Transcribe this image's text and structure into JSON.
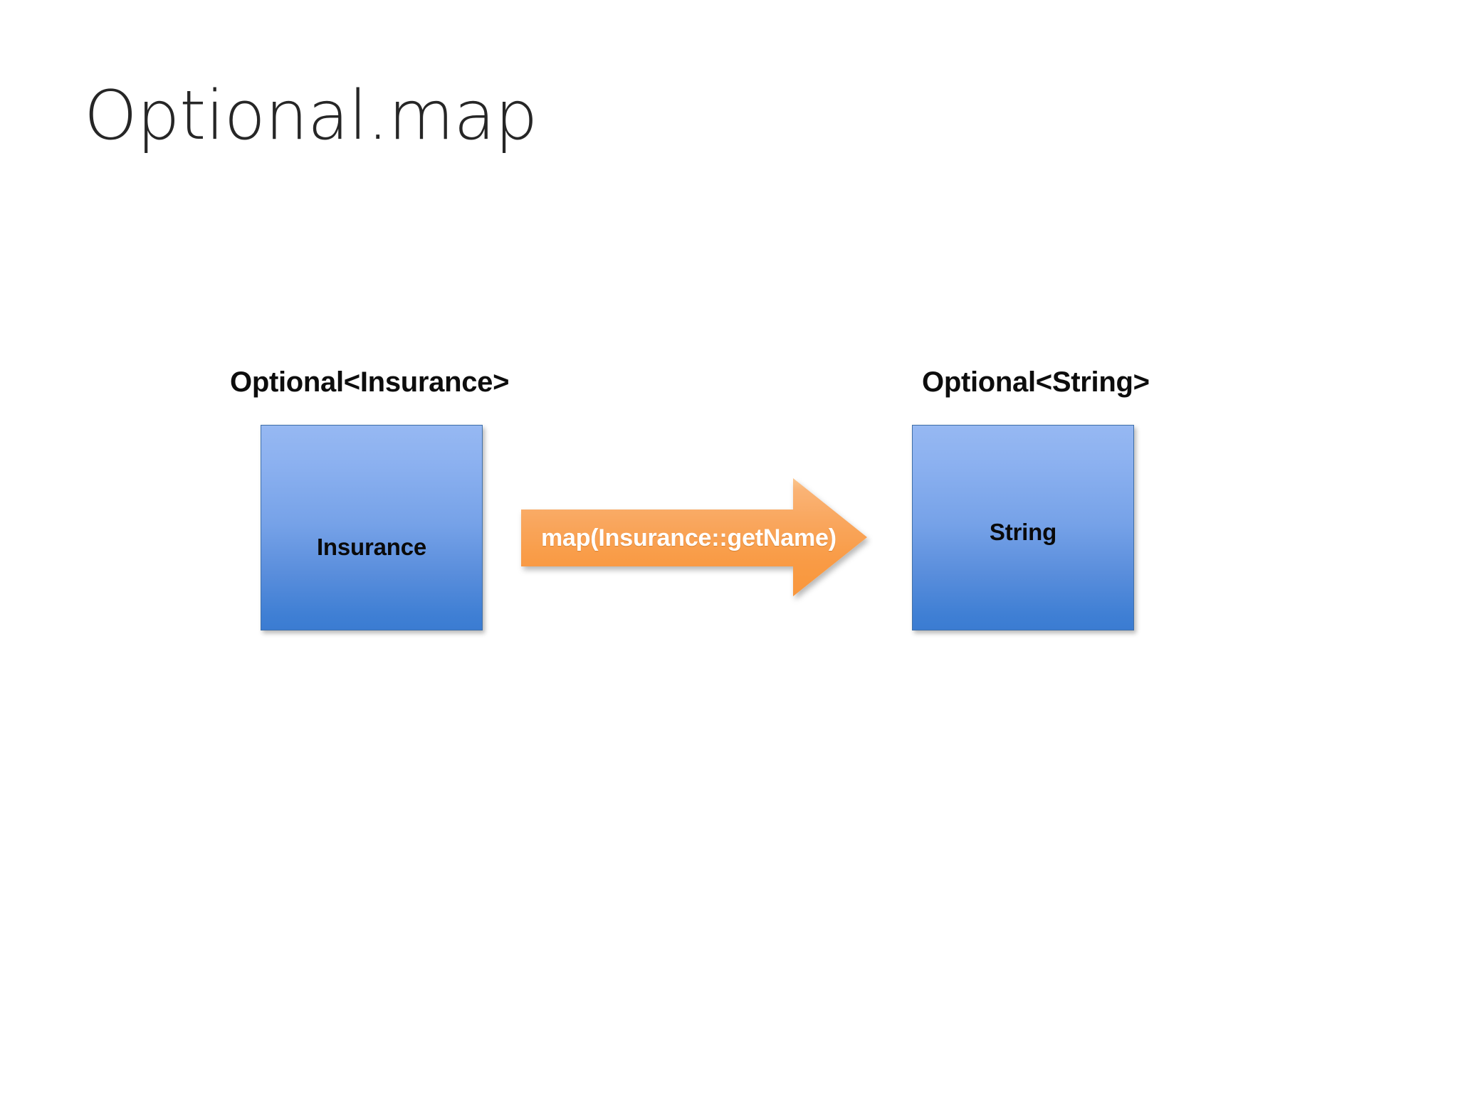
{
  "slide": {
    "title": "Optional.map",
    "background_color": "#ffffff",
    "title_color": "#262626"
  },
  "diagram": {
    "type": "flow",
    "source_label": "Optional<Insurance>",
    "target_label": "Optional<String>",
    "source_node": "Insurance",
    "target_node": "String",
    "transform_label": "map(Insurance::getName)",
    "node_fill_top": "#96b8f2",
    "node_fill_bottom": "#3b7cd2",
    "node_border": "#3f6fa8",
    "arrow_fill_top": "#fbc78f",
    "arrow_fill_bottom": "#f99a3f",
    "arrow_text_color": "#ffffff",
    "label_color": "#0d0d0d"
  }
}
